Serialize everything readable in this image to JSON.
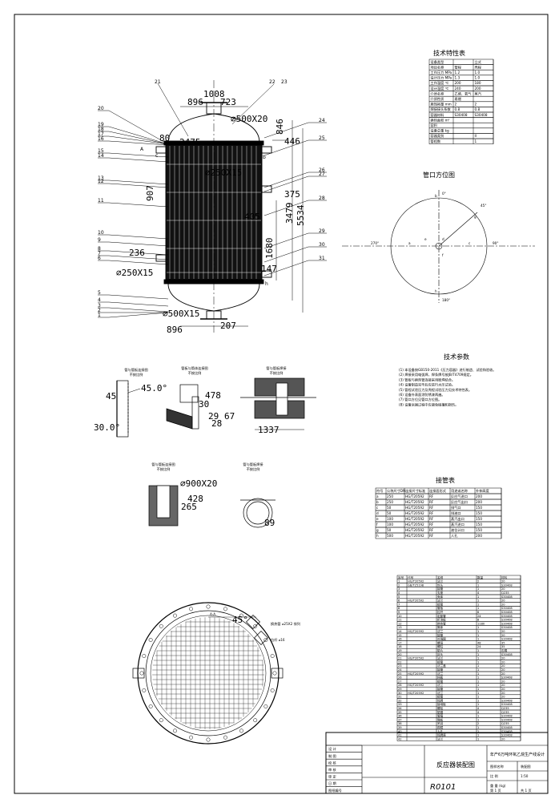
{
  "main_view": {
    "leaders_left": [
      "20",
      "19",
      "18",
      "17",
      "16",
      "15",
      "14",
      "13",
      "12",
      "11",
      "10",
      "9",
      "8",
      "7",
      "6",
      "5",
      "4",
      "3",
      "2",
      "1"
    ],
    "leaders_top": [
      "21",
      "22",
      "23"
    ],
    "leaders_right": [
      "24",
      "25",
      "26",
      "27",
      "28",
      "29",
      "30",
      "31"
    ],
    "dims": {
      "d896_top": "896",
      "d723": "723",
      "d1008": "1008",
      "d500x20_top": "⌀500X20",
      "d846": "846",
      "d2475": "2475",
      "d446": "446",
      "d80": "80",
      "d250x15_mid": "⌀250X15",
      "d907": "907",
      "d375": "375",
      "d405": "405",
      "d3479": "3479",
      "d5534": "5534",
      "d1680": "1680",
      "d236": "236",
      "d250x15_low": "⌀250X15",
      "d147": "147",
      "d500x15_bot": "⌀500X15",
      "d896_bot": "896",
      "d207": "207",
      "A": "A",
      "b": "b",
      "h": "h",
      "c": "c"
    }
  },
  "tech_spec": {
    "title": "技术特性表",
    "rows": [
      [
        "设备类型",
        "",
        "立式"
      ],
      [
        "项目名称",
        "管程",
        "壳程"
      ],
      [
        "工作压力  MPa",
        "1.2",
        "1.0"
      ],
      [
        "设计压力  MPa",
        "1.3",
        "1.0"
      ],
      [
        "工作温度  ℃",
        "200",
        "180"
      ],
      [
        "设计温度  ℃",
        "240",
        "200"
      ],
      [
        "介质名称",
        "乙烯、氧气",
        "蒸汽"
      ],
      [
        "介质性质",
        "易燃",
        ""
      ],
      [
        "腐蚀裕量  mm",
        "2",
        "2"
      ],
      [
        "焊接接头系数",
        "0.8",
        "0.8"
      ],
      [
        "容器材料",
        "S30408",
        "S30408"
      ],
      [
        "换热面积  m²",
        "",
        ""
      ],
      [
        "容积",
        "",
        ""
      ],
      [
        "设备总重 kg",
        "",
        ""
      ],
      [
        "容器类别",
        "",
        "II"
      ],
      [
        "管程数",
        "",
        "1"
      ]
    ]
  },
  "nozzle_orientation": {
    "title": "管口方位图",
    "labels": {
      "b": "b",
      "a": "a",
      "h": "h",
      "c": "c",
      "g": "g",
      "e": "e",
      "d": "d",
      "f": "f",
      "deg270": "270°",
      "deg90": "90°",
      "deg0": "0°",
      "deg180": "180°",
      "deg45": "45°"
    }
  },
  "tech_params": {
    "title": "技术参数",
    "lines": [
      "(1) 本设备按GB150-2011《压力容器》进行制造、试验和验收。",
      "(2) 焊接采用电弧焊，焊条牌号按JB/T4709规定。",
      "(3) 管板与换热管连接采用胀焊结合。",
      "(4) 设备制造完毕后应进行水压试验。",
      "(5) 管程试验压力及壳程试验压力见技术特性表。",
      "(6) 设备外表面涂防锈漆两遍。",
      "(7) 管口方位见管口方位图。",
      "(8) 设备运输过程中应避免碰撞和损伤。"
    ]
  },
  "details": {
    "d1": {
      "title": "管与管板连接图",
      "sub": "不按比例",
      "a45": "45.0°",
      "n45": "45",
      "a30": "30.0°"
    },
    "d2": {
      "title": "管板与筒体连接图",
      "sub": "不按比例",
      "n478": "478",
      "n30": "30",
      "n29": "29",
      "n28": "28"
    },
    "d3": {
      "title": "管与管板焊接",
      "sub": "不按比例",
      "n67": "67",
      "n1337": "1337"
    },
    "d4": {
      "title": "管与管板连接图",
      "sub": "不按比例",
      "d900": "⌀900X20",
      "n428": "428",
      "n265": "265"
    },
    "d5": {
      "title": "管与管板焊接",
      "sub": "不按比例",
      "n89": "89"
    }
  },
  "section_view": {
    "label_a": "A-A",
    "angle": "45°",
    "note1": "换热管 ⌀25X2 排列",
    "note2": "拉杆 ⌀16"
  },
  "nozzle_table": {
    "title": "接管表",
    "headers": [
      "符号",
      "公称尺寸DN",
      "连接尺寸标准",
      "连接面形式",
      "用途或名称",
      "外伸高度"
    ],
    "rows": [
      [
        "a",
        "250",
        "HG/T20592",
        "RF",
        "反应气进口",
        "200"
      ],
      [
        "b",
        "250",
        "HG/T20592",
        "RF",
        "反应气出口",
        "200"
      ],
      [
        "c",
        "50",
        "HG/T20592",
        "RF",
        "排气口",
        "150"
      ],
      [
        "d",
        "50",
        "HG/T20592",
        "RF",
        "排液口",
        "150"
      ],
      [
        "e",
        "100",
        "HG/T20592",
        "RF",
        "蒸汽出口",
        "150"
      ],
      [
        "f",
        "100",
        "HG/T20592",
        "RF",
        "蒸汽进口",
        "150"
      ],
      [
        "g",
        "50",
        "HG/T20592",
        "RF",
        "液位计口",
        "150"
      ],
      [
        "h",
        "500",
        "HG/T20592",
        "RF",
        "人孔",
        "200"
      ]
    ]
  },
  "parts_list": {
    "headers": [
      "序号",
      "代号",
      "名称",
      "数量",
      "材料"
    ],
    "rows": [
      [
        "1",
        "HG/T20592",
        "法兰",
        "2",
        "20"
      ],
      [
        "2",
        "GB/T25198",
        "封头",
        "1",
        "S30408"
      ],
      [
        "3",
        "",
        "接管",
        "1",
        "20"
      ],
      [
        "4",
        "",
        "支座",
        "4",
        "Q235"
      ],
      [
        "5",
        "",
        "壳体",
        "1",
        "S30408"
      ],
      [
        "6",
        "HG/T20592",
        "法兰",
        "1",
        "20"
      ],
      [
        "7",
        "",
        "接管",
        "1",
        "20"
      ],
      [
        "8",
        "",
        "管板",
        "1",
        "S30408"
      ],
      [
        "9",
        "",
        "拉杆",
        "6",
        "S30408"
      ],
      [
        "10",
        "",
        "定距管",
        "24",
        "S30408"
      ],
      [
        "11",
        "",
        "折流板",
        "8",
        "S30408"
      ],
      [
        "12",
        "",
        "换热管",
        "1180",
        "S30408"
      ],
      [
        "13",
        "",
        "筒体",
        "1",
        "S30408"
      ],
      [
        "14",
        "HG/T20592",
        "法兰",
        "1",
        "20"
      ],
      [
        "15",
        "",
        "接管",
        "1",
        "20"
      ],
      [
        "16",
        "",
        "补强圈",
        "1",
        "S30408"
      ],
      [
        "17",
        "",
        "螺母",
        "48",
        "35"
      ],
      [
        "18",
        "",
        "螺柱",
        "24",
        "35"
      ],
      [
        "19",
        "",
        "垫片",
        "1",
        "石棉"
      ],
      [
        "20",
        "",
        "封头",
        "1",
        "S30408"
      ],
      [
        "21",
        "HG/T20592",
        "法兰",
        "1",
        "20"
      ],
      [
        "22",
        "",
        "接管",
        "1",
        "20"
      ],
      [
        "23",
        "",
        "法兰盖",
        "1",
        "20"
      ],
      [
        "24",
        "",
        "接管",
        "1",
        "20"
      ],
      [
        "25",
        "HG/T20592",
        "法兰",
        "1",
        "20"
      ],
      [
        "26",
        "",
        "挡板",
        "1",
        "S30408"
      ],
      [
        "27",
        "",
        "接管",
        "1",
        "20"
      ],
      [
        "28",
        "HG/T20592",
        "法兰",
        "1",
        "20"
      ],
      [
        "29",
        "",
        "接管",
        "1",
        "20"
      ],
      [
        "30",
        "HG/T20592",
        "法兰",
        "1",
        "20"
      ],
      [
        "31",
        "",
        "接管",
        "1",
        "20"
      ],
      [
        "32",
        "",
        "铭牌",
        "1",
        "S30408"
      ],
      [
        "33",
        "",
        "接地板",
        "1",
        "S30408"
      ],
      [
        "34",
        "",
        "螺栓",
        "4",
        "Q235"
      ],
      [
        "35",
        "",
        "垫圈",
        "4",
        "Q235"
      ],
      [
        "36",
        "",
        "管箱",
        "1",
        "S30408"
      ],
      [
        "37",
        "",
        "隔板",
        "1",
        "S30408"
      ],
      [
        "38",
        "",
        "吊耳",
        "2",
        "Q235"
      ],
      [
        "39",
        "",
        "视镜",
        "1",
        "S30408"
      ],
      [
        "40",
        "",
        "人孔",
        "1",
        "S30408"
      ],
      [
        "41",
        "",
        "铭牌座",
        "1",
        "S30408"
      ],
      [
        "42",
        "",
        "法兰",
        "1",
        "20"
      ]
    ]
  },
  "title_block": {
    "left_labels": [
      "设 计",
      "制 图",
      "校 核",
      "审 核",
      "审 定",
      "日 期",
      "图纸编号"
    ],
    "drawing_name": "反应器装配图",
    "drawing_no": "R0101",
    "project": "年产6万吨环氧乙烷生产线设计",
    "cells": [
      "图样名称",
      "装配图",
      "比 例",
      "1:50",
      "重 量 (kg)",
      "",
      "第 1 页",
      "共 1 页"
    ]
  }
}
